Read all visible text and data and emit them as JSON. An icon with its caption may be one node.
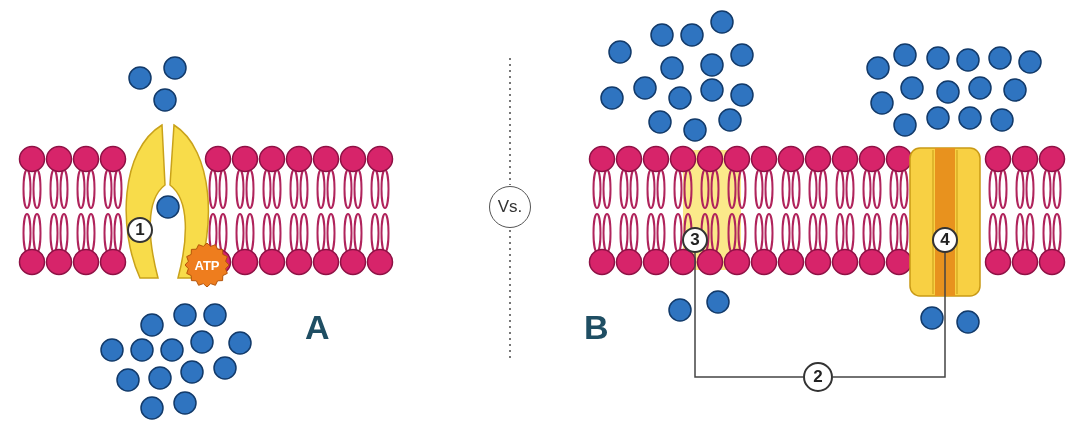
{
  "diagram": {
    "nodes": [
      {
        "text": [
          "1"
        ]
      },
      {
        "text": [
          "ATP"
        ]
      },
      {
        "text": [
          "Vs."
        ]
      },
      {
        "text": [
          "3"
        ]
      },
      {
        "text": [
          "4"
        ]
      },
      {
        "text": [
          "2"
        ]
      }
    ],
    "edges": [
      {
        "from": 3,
        "to": 5,
        "arrow": "none"
      },
      {
        "from": 5,
        "to": 4,
        "arrow": "none"
      }
    ],
    "labels": [
      "A",
      "B"
    ]
  }
}
